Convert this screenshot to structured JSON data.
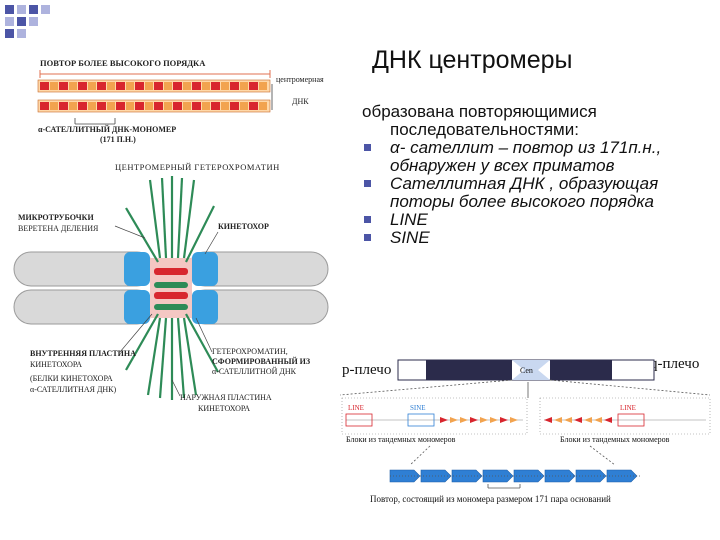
{
  "slide": {
    "title": "ДНК центромеры",
    "intro_line1": "образована повторяющимися",
    "intro_line2": "последовательностями:",
    "bullets": [
      "α- сателлит – повтор из 171п.н., обнаружен у всех приматов",
      "Сателлитная ДНК , образующая поторы более высокого порядка",
      "LINE",
      "SINE"
    ]
  },
  "left_figure": {
    "higher_order_repeat": "ПОВТОР БОЛЕЕ ВЫСОКОГО ПОРЯДКА",
    "centromeric_dna_1": "центромерная",
    "centromeric_dna_2": "ДНК",
    "monomer_1": "α-САТЕЛЛИТНЫЙ ДНК-МОНОМЕР",
    "monomer_2": "(171 П.Н.)",
    "heterochromatin": "ЦЕНТРОМЕРНЫЙ ГЕТЕРОХРОМАТИН",
    "microtubules_1": "МИКРОТРУБОЧКИ",
    "microtubules_2": "ВЕРЕТЕНА ДЕЛЕНИЯ",
    "kinetochore": "КИНЕТОХОР",
    "inner_plate_1": "ВНУТРЕННЯЯ ПЛАСТИНА",
    "inner_plate_2": "КИНЕТОХОРА",
    "inner_plate_3": "(БЕЛКИ КИНЕТОХОРА",
    "inner_plate_4": "α-САТЕЛЛИТНАЯ ДНК)",
    "hetero2_1": "ГЕТЕРОХРОМАТИН,",
    "hetero2_2": "СФОРМИРОВАННЫЙ ИЗ",
    "hetero2_3": "α-САТЕЛЛИТНОЙ ДНК",
    "outer_plate_1": "НАРУЖНАЯ ПЛАСТИНА",
    "outer_plate_2": "КИНЕТОХОРА"
  },
  "right_figure": {
    "p_arm": "р-плечо",
    "q_arm": "q-плечо",
    "cen": "Cen",
    "line_left": "LINE",
    "sine": "SINE",
    "line_right": "LINE",
    "blocks_left": "Блоки из тандемных мономеров",
    "blocks_right": "Блоки из тандемных мономеров",
    "monomer_caption": "Повтор, состоящий из мономера размером 171 пара оснований"
  },
  "colors": {
    "accent": "#4c55a6",
    "accent_light": "#aeb3de",
    "repeat_red": "#d8262e",
    "repeat_orange": "#f2a34f",
    "spindle_green": "#2e8b57",
    "kinetochore_blue": "#3aa0e0",
    "chromatid_gray": "#d9d9d9",
    "chromosome_dark": "#2b2b4b",
    "arrow_blue": "#2f7fd4"
  }
}
